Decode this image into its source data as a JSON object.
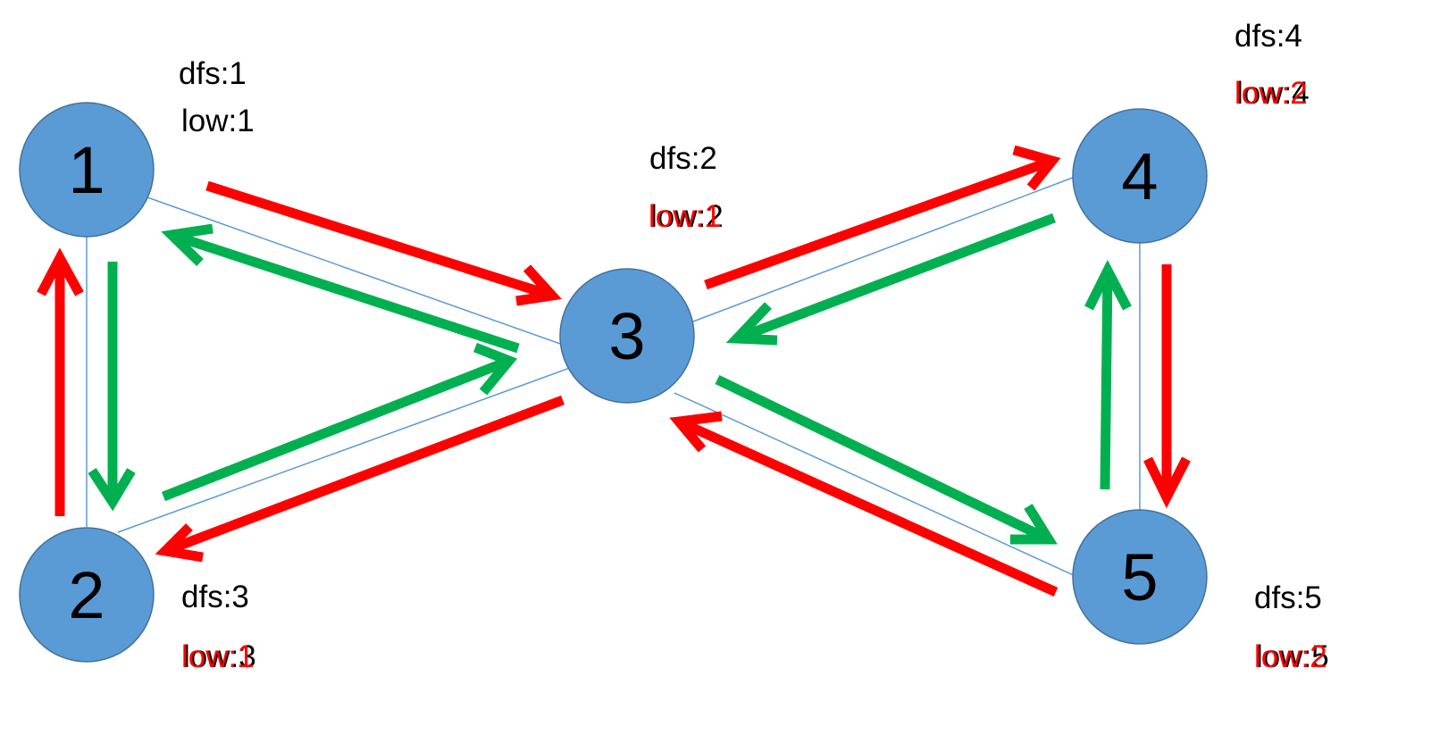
{
  "colors": {
    "node_fill": "#5b9bd5",
    "node_stroke": "#41719c",
    "edge": "#5b9bd5",
    "forward_arrow": "#ff0000",
    "back_arrow": "#00b050",
    "text": "#000000",
    "updated_text": "#ff0000"
  },
  "nodes": [
    {
      "id": "1",
      "label": "1",
      "dfs": "dfs:1",
      "low": "low:1",
      "low_overlay": ""
    },
    {
      "id": "2",
      "label": "2",
      "dfs": "dfs:3",
      "low": "low:3",
      "low_overlay": "low:1"
    },
    {
      "id": "3",
      "label": "3",
      "dfs": "dfs:2",
      "low": "low:2",
      "low_overlay": "low:1"
    },
    {
      "id": "4",
      "label": "4",
      "dfs": "dfs:4",
      "low": "low:4",
      "low_overlay": "low:2"
    },
    {
      "id": "5",
      "label": "5",
      "dfs": "dfs:5",
      "low": "low:5",
      "low_overlay": "low:2"
    }
  ],
  "edges": [
    [
      "1",
      "2"
    ],
    [
      "1",
      "3"
    ],
    [
      "2",
      "3"
    ],
    [
      "3",
      "4"
    ],
    [
      "3",
      "5"
    ],
    [
      "4",
      "5"
    ]
  ],
  "arrows": [
    {
      "from": "1",
      "to": "3",
      "color": "forward_arrow"
    },
    {
      "from": "3",
      "to": "1",
      "color": "back_arrow"
    },
    {
      "from": "1",
      "to": "2",
      "color": "back_arrow"
    },
    {
      "from": "2",
      "to": "1",
      "color": "forward_arrow"
    },
    {
      "from": "2",
      "to": "3",
      "color": "back_arrow"
    },
    {
      "from": "3",
      "to": "2",
      "color": "forward_arrow"
    },
    {
      "from": "3",
      "to": "4",
      "color": "forward_arrow"
    },
    {
      "from": "4",
      "to": "3",
      "color": "back_arrow"
    },
    {
      "from": "4",
      "to": "5",
      "color": "forward_arrow"
    },
    {
      "from": "5",
      "to": "4",
      "color": "back_arrow"
    },
    {
      "from": "3",
      "to": "5",
      "color": "back_arrow"
    },
    {
      "from": "5",
      "to": "3",
      "color": "forward_arrow"
    }
  ]
}
